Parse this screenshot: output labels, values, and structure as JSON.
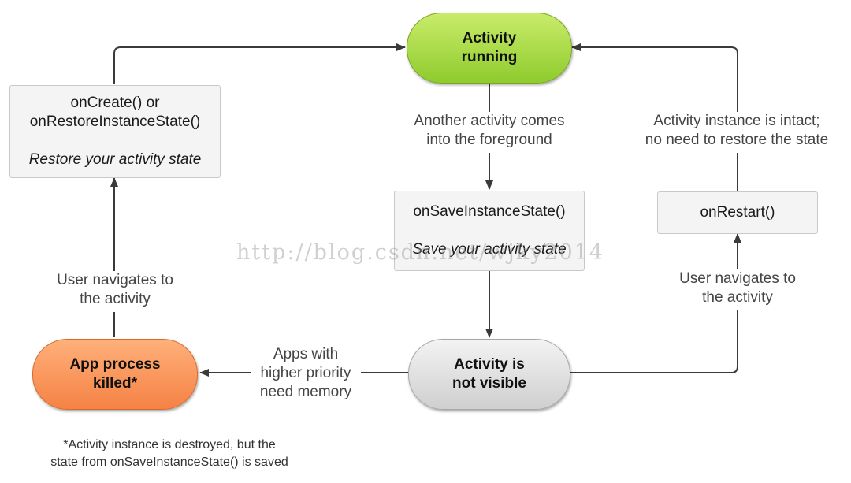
{
  "nodes": {
    "running": {
      "line1": "Activity",
      "line2": "running"
    },
    "not_visible": {
      "line1": "Activity is",
      "line2": "not visible"
    },
    "killed": {
      "line1": "App process",
      "line2": "killed*"
    },
    "on_create": {
      "line1": "onCreate() or",
      "line2": "onRestoreInstanceState()",
      "desc": "Restore your activity state"
    },
    "on_save": {
      "line1": "onSaveInstanceState()",
      "desc": "Save your activity state"
    },
    "on_restart": {
      "line1": "onRestart()"
    }
  },
  "labels": {
    "foreground": {
      "line1": "Another activity comes",
      "line2": "into the foreground"
    },
    "intact": {
      "line1": "Activity instance is intact;",
      "line2": "no need to restore the state"
    },
    "navigates_left": {
      "line1": "User navigates to",
      "line2": "the activity"
    },
    "navigates_right": {
      "line1": "User navigates to",
      "line2": "the activity"
    },
    "memory": {
      "line1": "Apps with",
      "line2": "higher priority",
      "line3": "need memory"
    }
  },
  "footnote": {
    "line1": "*Activity instance is destroyed, but the",
    "line2": "state from onSaveInstanceState() is saved"
  },
  "watermark": "http://blog.csdn.net/wjky2014",
  "colors": {
    "running": "#a6d83a",
    "killed": "#f58a4f",
    "not_visible": "#dcdcdc",
    "arrow": "#3a3a3a"
  }
}
